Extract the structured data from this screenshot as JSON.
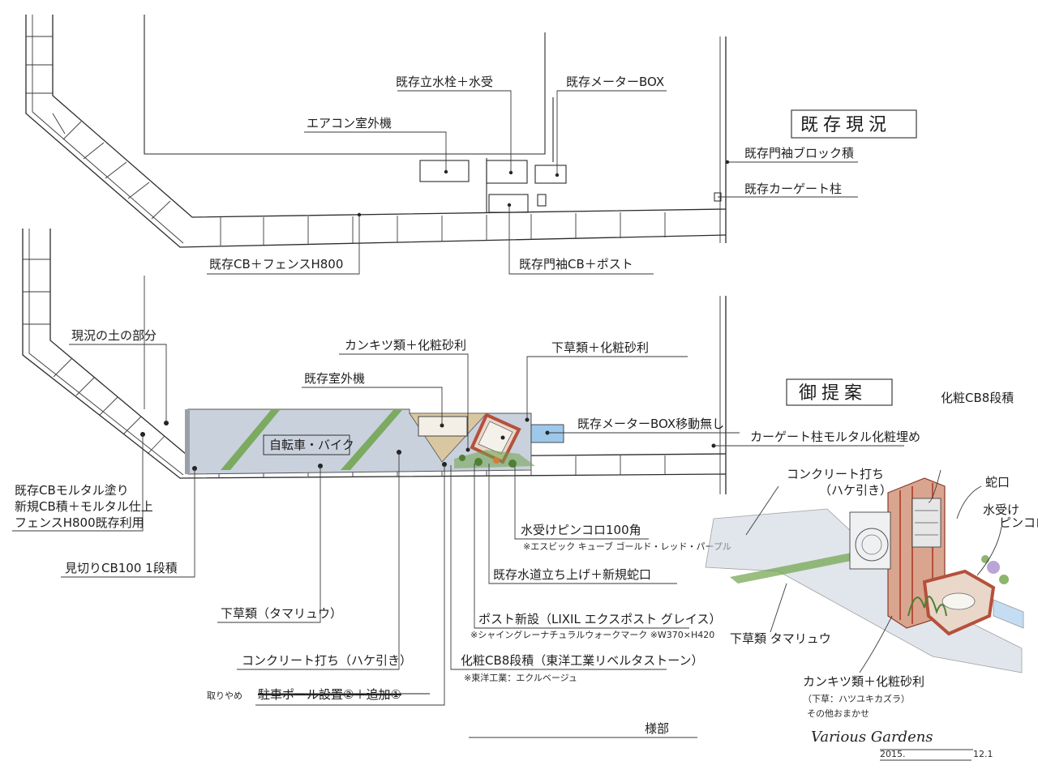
{
  "existing": {
    "title": "既存現況",
    "labels": {
      "water_tap": "既存立水栓＋水受",
      "meter_box": "既存メーターBOX",
      "aircon": "エアコン室外機",
      "sleeve_block": "既存門袖ブロック積",
      "carport_post": "既存カーゲート柱",
      "cb_fence": "既存CB＋フェンスH800",
      "gate_post": "既存門袖CB＋ポスト"
    }
  },
  "proposal": {
    "title": "御提案",
    "labels": {
      "current_earth": "現況の土の部分",
      "shrubs_top": "カンキツ類＋化粧砂利",
      "outdoor_unit": "既存室外機",
      "groundcover_top": "下草類＋化粧砂利",
      "meter_box_move": "既存メーターBOX移動無し",
      "carport_post_mortar": "カーゲート柱モルタル化粧埋め",
      "bicycle": "自転車・バイク",
      "existing_cb_mortar": [
        "既存CBモルタル塗り",
        "新規CB積＋モルタル仕上",
        "フェンスH800既存利用"
      ],
      "cb_one_course": "見切りCB100 1段積",
      "groundcover": "下草類（タマリュウ）",
      "concrete": "コンクリート打ち（ハケ引き）",
      "strike": "駐車ポール設置②＋追加①",
      "strike_note": "取りやめ",
      "water_receiver": "水受けピンコロ100角",
      "water_receiver_note": "※エスビック キューブ ゴールド・レッド・パープル",
      "water_pipe": "既存水道立ち上げ＋新規蛇口",
      "post": "ポスト新設（LIXIL エクスポスト グレイス）",
      "post_note": "※シャイングレーナチュラルウォークマーク ※W370×H420",
      "cb8": "化粧CB8段積（東洋工業リベルタストーン）",
      "cb8_note": "※東洋工業：エクルベージュ",
      "section": "様部"
    }
  },
  "perspective": {
    "cb8": "化粧CB8段積",
    "faucet": "蛇口",
    "water_receiver": [
      "水受け",
      "ピンコロ"
    ],
    "concrete": [
      "コンクリート打ち",
      "（ハケ引き）"
    ],
    "groundcover": "下草類 タマリュウ",
    "shrubs": "カンキツ類＋化粧砂利",
    "shrubs_note": "（下草：ハツユキカズラ）",
    "others": "その他おまかせ"
  },
  "signature": {
    "name": "Various Gardens",
    "date": "2015.",
    "date_tail": "12.1"
  },
  "colors": {
    "concrete": "#c9d1dd",
    "gravel": "#d9c7a2",
    "brick": "#b4503c",
    "plant": "#6fa34a",
    "meter_box": "#9ec8ea"
  }
}
